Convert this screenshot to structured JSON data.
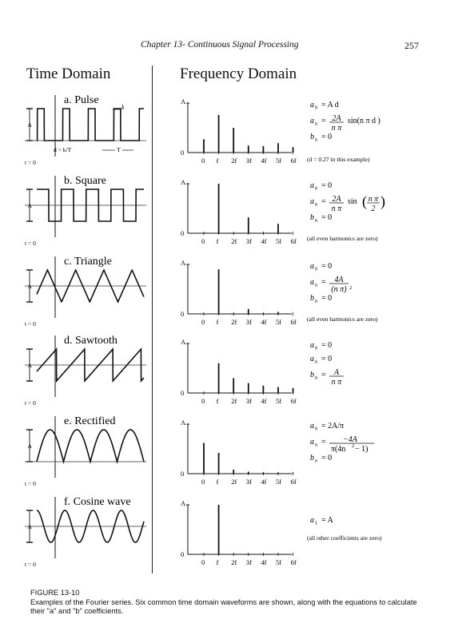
{
  "header": {
    "chapter": "Chapter 13- Continuous Signal Processing",
    "page_number": "257"
  },
  "columns": {
    "time": "Time Domain",
    "frequency": "Frequency Domain"
  },
  "freq_axis": {
    "y_label": "A",
    "zero": "0",
    "ticks": [
      "0",
      "f",
      "2f",
      "3f",
      "4f",
      "5f",
      "6f"
    ]
  },
  "time_axis": {
    "origin_label": "t = 0",
    "amplitude_label": "A"
  },
  "rows": [
    {
      "id": "pulse",
      "title": "a. Pulse",
      "annotations": {
        "width": "k",
        "duty": "d = k/T",
        "period": "T"
      },
      "harmonics": [
        0.27,
        0.76,
        0.5,
        0.14,
        0.13,
        0.19,
        0.11
      ],
      "equations": {
        "a0": "= A d",
        "an_num": "2A",
        "an_den": "n π",
        "an_rest": "sin(n π d )",
        "bn": "= 0"
      },
      "note": "(d = 0.27 in this example)"
    },
    {
      "id": "square",
      "title": "b. Square",
      "harmonics": [
        0,
        1.0,
        0,
        0.32,
        0,
        0.19,
        0
      ],
      "equations": {
        "a0": "= 0",
        "an_num": "2A",
        "an_den": "n π",
        "an_rest": "sin",
        "an_inner_num": "n π",
        "an_inner_den": "2",
        "bn": "= 0"
      },
      "note": "(all even harmonics are zero)"
    },
    {
      "id": "triangle",
      "title": "c. Triangle",
      "harmonics": [
        0,
        0.9,
        0,
        0.1,
        0,
        0.04,
        0
      ],
      "equations": {
        "a0": "= 0",
        "an_num": "4A",
        "an_den": "(n π)",
        "an_den_exp": "2",
        "bn": "= 0"
      },
      "note": "(all even harmonics are zero)"
    },
    {
      "id": "sawtooth",
      "title": "d. Sawtooth",
      "harmonics": [
        0,
        0.6,
        0.3,
        0.2,
        0.15,
        0.12,
        0.1
      ],
      "equations": {
        "a0": "= 0",
        "an": "= 0",
        "bn_num": "A",
        "bn_den": "n π"
      },
      "note": ""
    },
    {
      "id": "rectified",
      "title": "e. Rectified",
      "harmonics": [
        0.62,
        0.42,
        0.08,
        0.04,
        0.02,
        0.015,
        0.01
      ],
      "equations": {
        "a0": "= 2A/π",
        "an_num": "−4A",
        "an_den": "π(4n",
        "an_den_exp": "2",
        "an_den_tail": "− 1)",
        "bn": "= 0"
      },
      "note": ""
    },
    {
      "id": "cosine",
      "title": "f. Cosine wave",
      "harmonics": [
        0,
        1.0,
        0,
        0,
        0,
        0,
        0
      ],
      "equations": {
        "a1": "= A"
      },
      "note": "(all other coefficients are zero)"
    }
  ],
  "figure": {
    "label": "FIGURE 13-10",
    "caption": "Examples of the Fourier series. Six common time domain waveforms are shown, along with the equations to calculate their \"a\" and \"b\" coefficients."
  }
}
